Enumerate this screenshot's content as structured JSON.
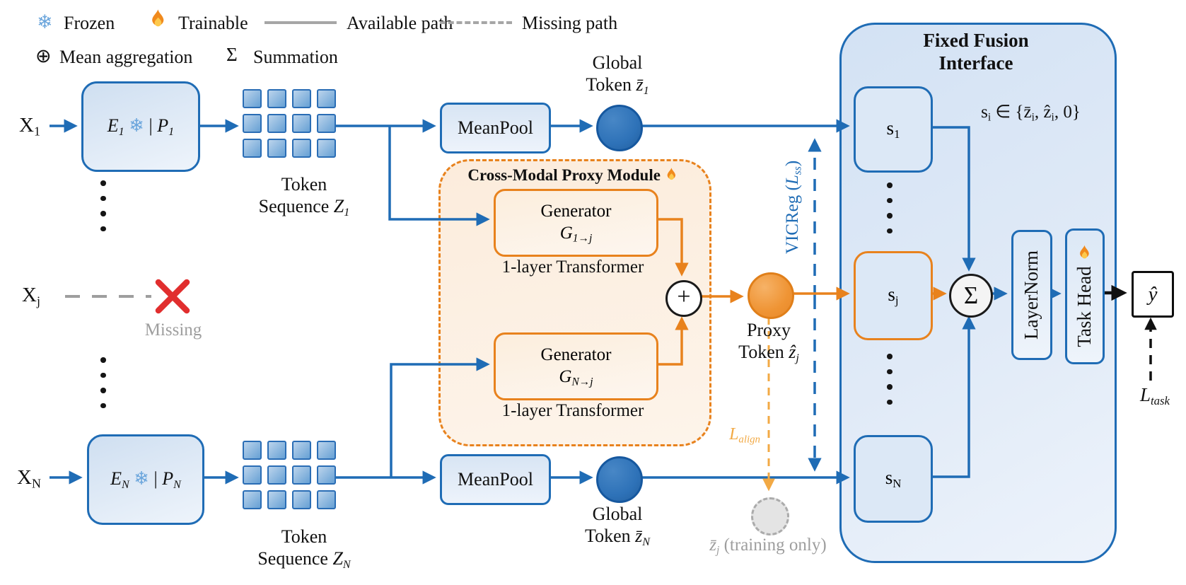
{
  "token_grid": {
    "rows": 3,
    "cols": 4
  },
  "legend": {
    "frozen_icon": "❄",
    "frozen": "Frozen",
    "trainable": "Trainable",
    "available_path": "Available path",
    "missing_path": "Missing path",
    "mean_icon": "⊕",
    "mean_aggregation": "Mean aggregation",
    "sum_icon": "Σ",
    "summation": "Summation"
  },
  "colors": {
    "blue": "#1f6cb5",
    "orange": "#e8821d",
    "light_orange": "#f2a944",
    "red": "#e12e2e",
    "snowflake_blue": "#6aa5dc"
  },
  "rows": {
    "x1": [
      {
        "t": "X"
      },
      {
        "t": "1",
        "sub": true
      }
    ],
    "xj": [
      {
        "t": "X"
      },
      {
        "t": "j",
        "sub": true
      }
    ],
    "xN": [
      {
        "t": "X"
      },
      {
        "t": "N",
        "sub": true
      }
    ],
    "encoder1": [
      {
        "t": "E",
        "it": true
      },
      {
        "t": "1",
        "sub": true,
        "it": true
      },
      {
        "t": " "
      },
      {
        "t": "❄",
        "c": "#6aa5dc"
      },
      {
        "t": " | "
      },
      {
        "t": "P",
        "it": true
      },
      {
        "t": "1",
        "sub": true,
        "it": true
      }
    ],
    "encoderN": [
      {
        "t": "E",
        "it": true
      },
      {
        "t": "N",
        "sub": true,
        "it": true
      },
      {
        "t": " "
      },
      {
        "t": "❄",
        "c": "#6aa5dc"
      },
      {
        "t": " | "
      },
      {
        "t": "P",
        "it": true
      },
      {
        "t": "N",
        "sub": true,
        "it": true
      }
    ],
    "token_word": "Token",
    "sequence1": [
      {
        "t": "Sequence "
      },
      {
        "t": "Z",
        "it": true
      },
      {
        "t": "1",
        "sub": true,
        "it": true
      }
    ],
    "sequenceN": [
      {
        "t": "Sequence "
      },
      {
        "t": "Z",
        "it": true
      },
      {
        "t": "N",
        "sub": true,
        "it": true
      }
    ],
    "meanpool": "MeanPool",
    "global_word": "Global",
    "global_token1": [
      {
        "t": "Token "
      },
      {
        "t": "z̄",
        "it": true
      },
      {
        "t": "1",
        "sub": true,
        "it": true
      }
    ],
    "global_tokenN": [
      {
        "t": "Token "
      },
      {
        "t": "z̄",
        "it": true
      },
      {
        "t": "N",
        "sub": true,
        "it": true
      }
    ],
    "missing": "Missing"
  },
  "proxy": {
    "title": "Cross-Modal Proxy Module",
    "generator": "Generator",
    "gen1": [
      {
        "t": "G",
        "it": true
      },
      {
        "t": "1→j",
        "sub": true,
        "it": true
      }
    ],
    "genN": [
      {
        "t": "G",
        "it": true
      },
      {
        "t": "N→j",
        "sub": true,
        "it": true
      }
    ],
    "one_layer": "1-layer Transformer",
    "plus": "+",
    "proxy_word": "Proxy",
    "proxy_token": [
      {
        "t": "Token "
      },
      {
        "t": "ẑ",
        "it": true
      },
      {
        "t": "j",
        "sub": true,
        "it": true
      }
    ]
  },
  "losses": {
    "vicreg": [
      {
        "t": "VICReg ("
      },
      {
        "t": "L",
        "it": true
      },
      {
        "t": "ss",
        "sub": true,
        "it": true
      },
      {
        "t": ")"
      }
    ],
    "l_align": [
      {
        "t": "L",
        "it": true
      },
      {
        "t": "align",
        "sub": true,
        "it": true
      }
    ],
    "l_task": [
      {
        "t": "L",
        "it": true
      },
      {
        "t": "task",
        "sub": true,
        "it": true
      }
    ],
    "zj_training": [
      {
        "t": "z̄",
        "it": true
      },
      {
        "t": "j",
        "sub": true,
        "it": true
      },
      {
        "t": " (training only)"
      }
    ]
  },
  "fusion": {
    "title1": "Fixed Fusion",
    "title2": "Interface",
    "formula": [
      {
        "t": "s"
      },
      {
        "t": "i",
        "sub": true
      },
      {
        "t": " ∈ {"
      },
      {
        "t": "z̄"
      },
      {
        "t": "i",
        "sub": true
      },
      {
        "t": ", "
      },
      {
        "t": "ẑ"
      },
      {
        "t": "i",
        "sub": true
      },
      {
        "t": ", 0}"
      }
    ],
    "s1": [
      {
        "t": "s"
      },
      {
        "t": "1",
        "sub": true
      }
    ],
    "sj": [
      {
        "t": "s"
      },
      {
        "t": "j",
        "sub": true
      }
    ],
    "sN": [
      {
        "t": "s"
      },
      {
        "t": "N",
        "sub": true
      }
    ],
    "sigma": "Σ",
    "layernorm": "LayerNorm",
    "task_head": "Task Head"
  },
  "output": {
    "yhat": "ŷ"
  }
}
